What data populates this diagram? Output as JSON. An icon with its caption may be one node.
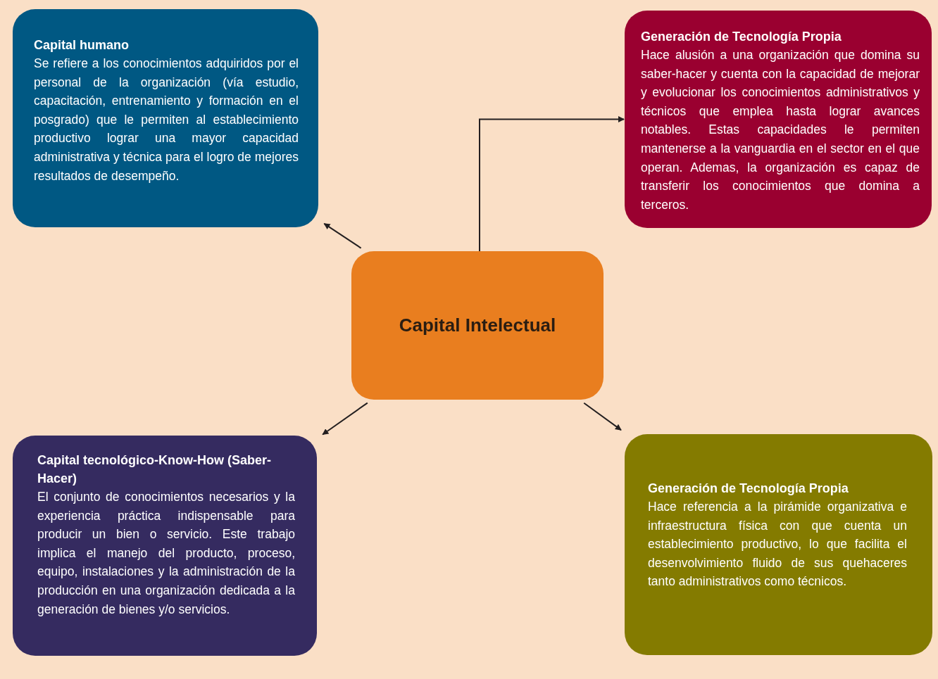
{
  "diagram": {
    "nodes": [
      {
        "text": [
          "Capital humano",
          "Se refiere a los conocimientos adquiridos por el personal de la organización (vía estudio, capacitación, entrenamiento y formación en el posgrado) que le permiten al establecimiento productivo lograr una mayor capacidad administrativa y técnica para el logro de mejores resultados de desempeño."
        ]
      },
      {
        "text": [
          "Generación de Tecnología Propia",
          "Hace alusión a una organización que domina su saber-hacer y cuenta con la capacidad de mejorar y evolucionar los conocimientos administrativos y técnicos que emplea hasta lograr avances notables. Estas capacidades le permiten mantenerse a la vanguardia en el sector en el que operan. Ademas, la organización es capaz de transferir los conocimientos que domina a terceros."
        ]
      },
      {
        "text": [
          "Capital Intelectual"
        ]
      },
      {
        "text": [
          "Capital tecnológico-Know-How (Saber-Hacer)",
          "El conjunto de conocimientos necesarios y la experiencia práctica indispensable para producir un bien o servicio. Este trabajo implica el manejo del producto, proceso, equipo, instalaciones y la administración de la producción en una organización dedicada a la generación de bienes y/o servicios."
        ]
      },
      {
        "text": [
          "Generación de Tecnología Propia",
          "Hace referencia a la pirámide organizativa e infraestructura física con que cuenta un establecimiento productivo, lo que facilita el desenvolvimiento fluido de sus quehaceres tanto administrativos como técnicos."
        ]
      }
    ],
    "edges": [
      {
        "from": 2,
        "to": 0,
        "arrow": "to"
      },
      {
        "from": 2,
        "to": 1,
        "arrow": "to"
      },
      {
        "from": 2,
        "to": 3,
        "arrow": "to"
      },
      {
        "from": 2,
        "to": 4,
        "arrow": "to"
      }
    ]
  }
}
